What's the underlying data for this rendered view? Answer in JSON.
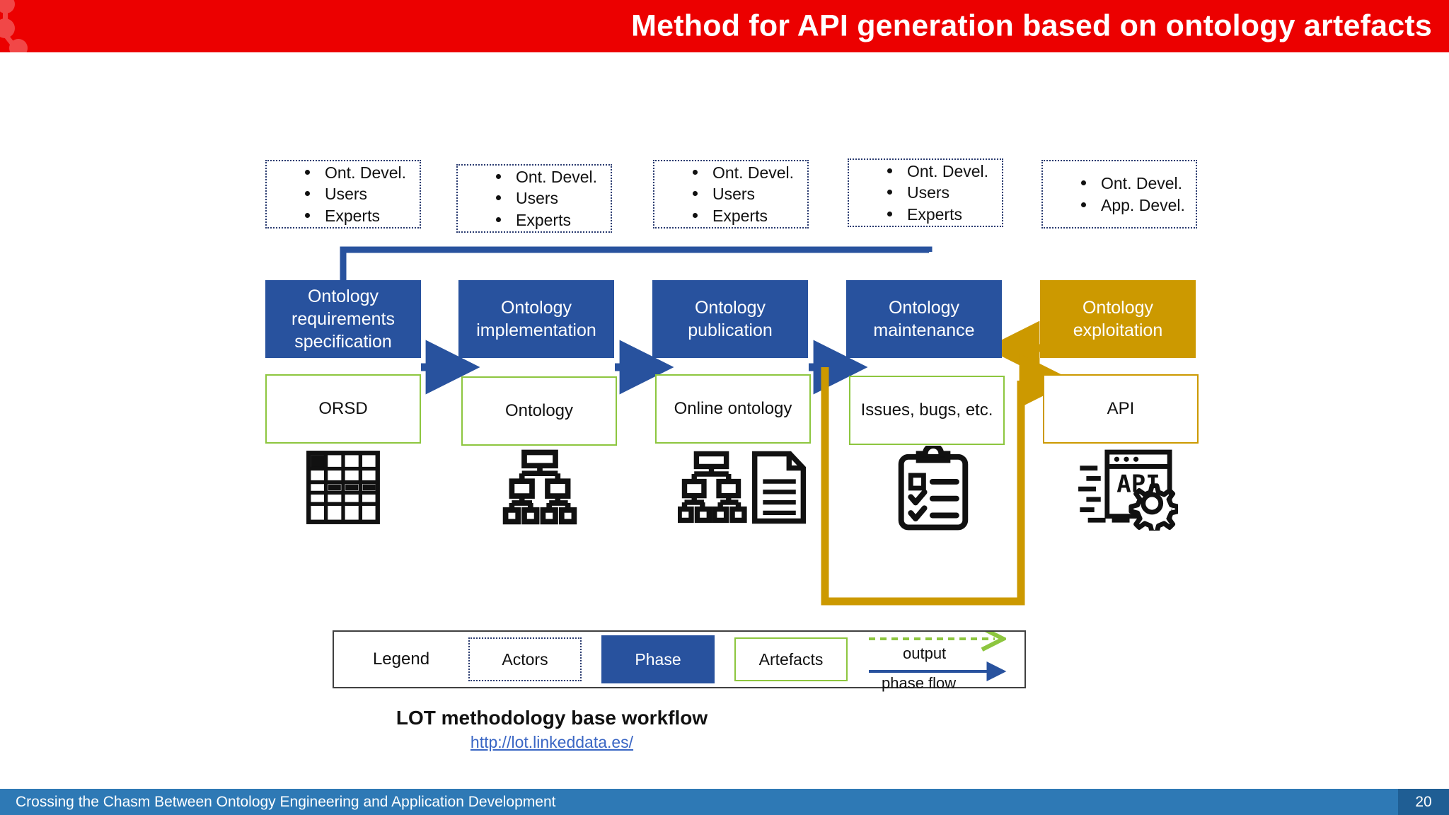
{
  "header": {
    "title": "Method for API generation based on ontology artefacts",
    "background": "#ec0000",
    "deco_icon": "molecule-nodes-icon"
  },
  "diagram": {
    "actor_boxes": [
      {
        "items": [
          "Ont. Devel.",
          "Users",
          "Experts"
        ]
      },
      {
        "items": [
          "Ont. Devel.",
          "Users",
          "Experts"
        ]
      },
      {
        "items": [
          "Ont. Devel.",
          "Users",
          "Experts"
        ]
      },
      {
        "items": [
          "Ont. Devel.",
          "Users",
          "Experts"
        ]
      },
      {
        "items": [
          "Ont. Devel.",
          "App. Devel."
        ]
      }
    ],
    "phases": [
      {
        "label": "Ontology requirements specification",
        "color": "#28529e"
      },
      {
        "label": "Ontology implementation",
        "color": "#28529e"
      },
      {
        "label": "Ontology publication",
        "color": "#28529e"
      },
      {
        "label": "Ontology maintenance",
        "color": "#28529e"
      },
      {
        "label": "Ontology exploitation",
        "color": "#cc9900"
      }
    ],
    "artefacts": [
      {
        "label": "ORSD",
        "border": "#8dc63f",
        "icon": "spreadsheet-table-icon"
      },
      {
        "label": "Ontology",
        "border": "#8dc63f",
        "icon": "hierarchy-icon"
      },
      {
        "label": "Online ontology",
        "border": "#8dc63f",
        "icon": "hierarchy-document-icon"
      },
      {
        "label": "Issues, bugs, etc.",
        "border": "#8dc63f",
        "icon": "clipboard-checklist-icon"
      },
      {
        "label": "API",
        "border": "#cc9900",
        "icon": "api-gear-icon"
      }
    ],
    "colors": {
      "phase_blue": "#28529e",
      "phase_gold": "#cc9900",
      "artefact_green": "#8dc63f",
      "actor_border": "#2a3b70"
    }
  },
  "legend": {
    "title": "Legend",
    "actors_label": "Actors",
    "phase_label": "Phase",
    "artefacts_label": "Artefacts",
    "output_label": "output",
    "phase_flow_label": "phase flow"
  },
  "caption": {
    "title": "LOT methodology base workflow",
    "url": "http://lot.linkeddata.es/"
  },
  "footer": {
    "text": "Crossing the Chasm Between Ontology Engineering and Application Development",
    "page_number": "20",
    "background": "#2e79b5"
  }
}
